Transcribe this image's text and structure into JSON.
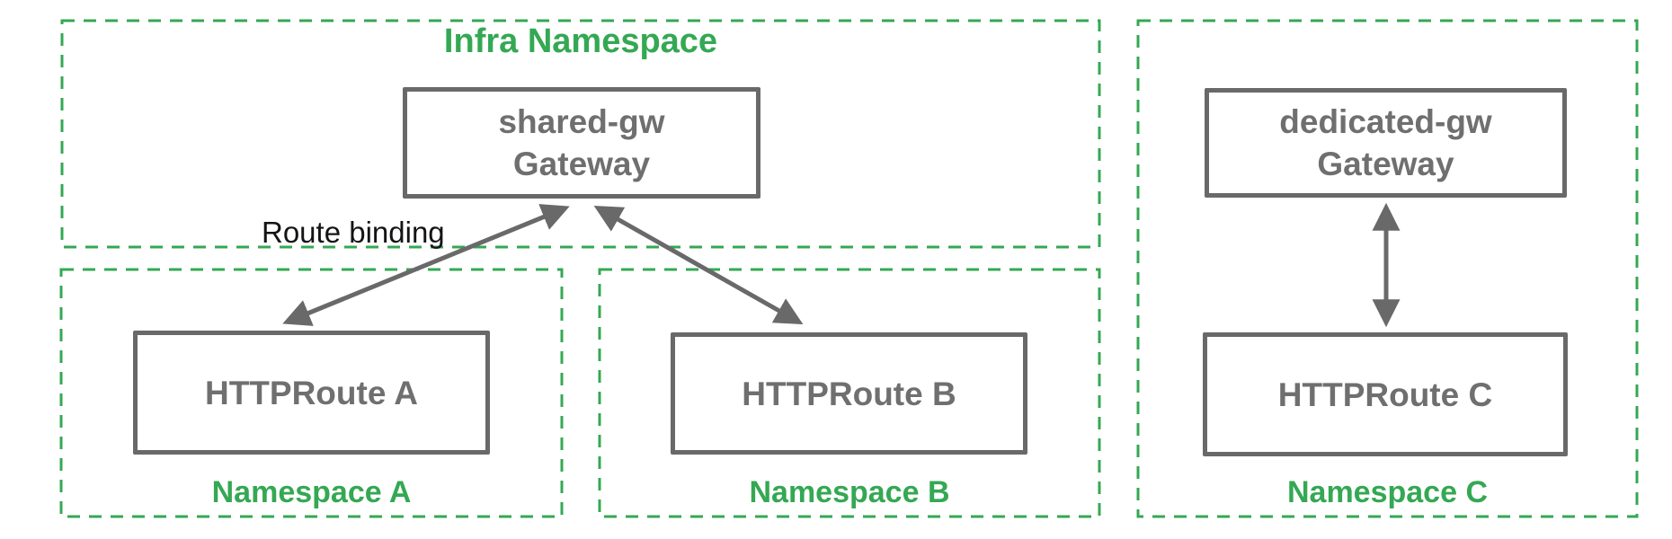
{
  "diagram": {
    "title_semantics": "Gateway API route binding across namespaces",
    "colors": {
      "namespace_green": "#34A853",
      "resource_gray": "#696969",
      "resource_text_gray": "#6F6F6F",
      "annotation_black": "#141414",
      "background": "#ffffff"
    },
    "namespaces": {
      "infra": {
        "label": "Infra Namespace"
      },
      "a": {
        "label": "Namespace A"
      },
      "b": {
        "label": "Namespace B"
      },
      "c": {
        "label": "Namespace C"
      }
    },
    "nodes": {
      "shared_gw": {
        "line1": "shared-gw",
        "line2": "Gateway"
      },
      "dedicated_gw": {
        "line1": "dedicated-gw",
        "line2": "Gateway"
      },
      "route_a": {
        "label": "HTTPRoute A"
      },
      "route_b": {
        "label": "HTTPRoute B"
      },
      "route_c": {
        "label": "HTTPRoute C"
      }
    },
    "annotations": {
      "route_binding": "Route binding"
    },
    "arrows": [
      {
        "name": "shared-gw to HTTPRoute A",
        "bidirectional": true
      },
      {
        "name": "shared-gw to HTTPRoute B",
        "bidirectional": true
      },
      {
        "name": "dedicated-gw to HTTPRoute C",
        "bidirectional": true
      }
    ]
  }
}
